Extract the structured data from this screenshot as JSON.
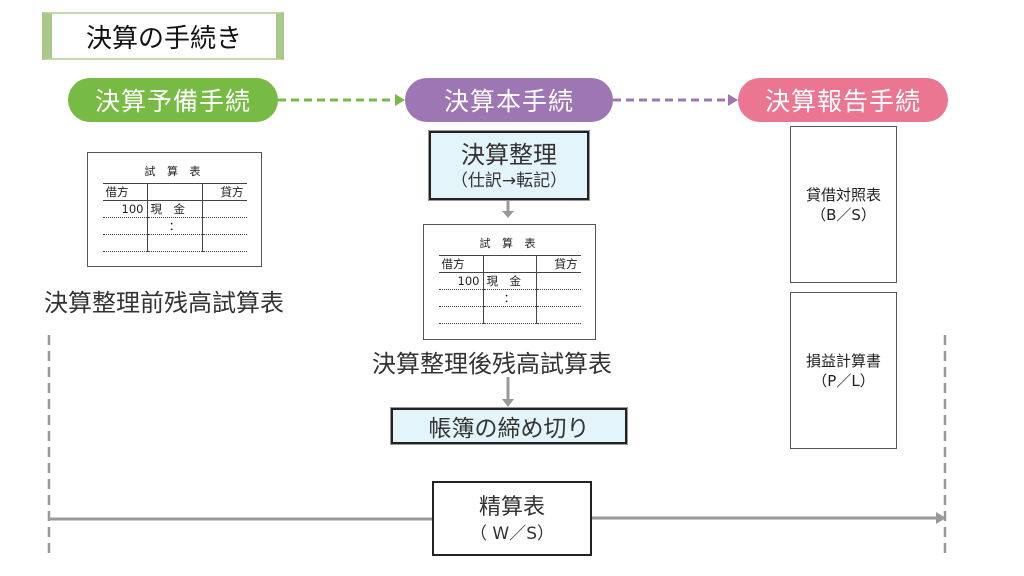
{
  "title": "決算の手続き",
  "phases": [
    {
      "label": "決算予備手続",
      "color": "#77bb44"
    },
    {
      "label": "決算本手続",
      "color": "#9e76b4"
    },
    {
      "label": "決算報告手続",
      "color": "#ea7692"
    }
  ],
  "trial_balance": {
    "title": "試 算 表",
    "debit": "借方",
    "credit": "貸方",
    "amount": "100",
    "account": "現　金",
    "ellipsis": "："
  },
  "pre_adjust_label": "決算整理前残高試算表",
  "adjustment": {
    "title": "決算整理",
    "subtitle": "（仕訳→転記）"
  },
  "post_adjust_label": "決算整理後残高試算表",
  "closing_books": "帳簿の締め切り",
  "reports": [
    {
      "title": "貸借対照表",
      "abbr": "（B／S）"
    },
    {
      "title": "損益計算書",
      "abbr": "（P／L）"
    }
  ],
  "worksheet": {
    "title": "精算表",
    "abbr": "（ W／S）"
  },
  "colors": {
    "gray_line": "#999999",
    "title_accent": "#a9c98a",
    "blue_box": "#e4f4fb"
  }
}
